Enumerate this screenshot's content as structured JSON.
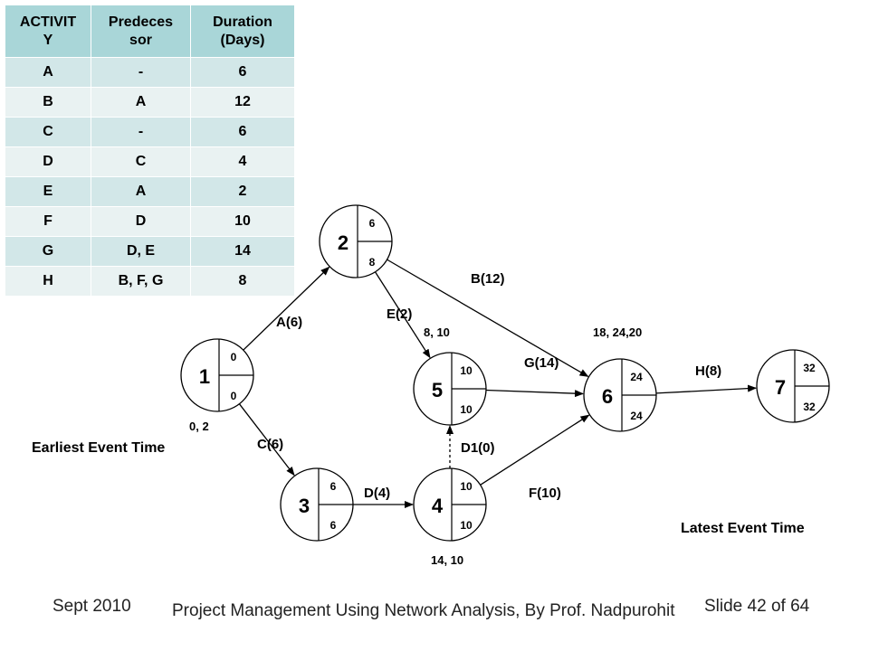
{
  "table": {
    "headers": [
      "ACTIVIT Y",
      "Predeces sor",
      "Duration (Days)"
    ],
    "header_lines": [
      [
        "ACTIVIT",
        "Y"
      ],
      [
        "Predeces",
        "sor"
      ],
      [
        "Duration",
        "(Days)"
      ]
    ],
    "rows": [
      [
        "A",
        "-",
        "6"
      ],
      [
        "B",
        "A",
        "12"
      ],
      [
        "C",
        "-",
        "6"
      ],
      [
        "D",
        "C",
        "4"
      ],
      [
        "E",
        "A",
        "2"
      ],
      [
        "F",
        "D",
        "10"
      ],
      [
        "G",
        "D, E",
        "14"
      ],
      [
        "H",
        "B, F, G",
        "8"
      ]
    ],
    "colors": {
      "header": "#a9d6d8",
      "odd_row": "#d2e7e8",
      "even_row": "#e9f2f2"
    }
  },
  "network": {
    "nodes": [
      {
        "id": "1",
        "earliest": "0",
        "latest": "0"
      },
      {
        "id": "2",
        "earliest": "6",
        "latest": "8"
      },
      {
        "id": "3",
        "earliest": "6",
        "latest": "6"
      },
      {
        "id": "4",
        "earliest": "10",
        "latest": "10"
      },
      {
        "id": "5",
        "earliest": "10",
        "latest": "10"
      },
      {
        "id": "6",
        "earliest": "24",
        "latest": "24"
      },
      {
        "id": "7",
        "earliest": "32",
        "latest": "32"
      }
    ],
    "activities": [
      {
        "from": "1",
        "to": "2",
        "label": "A(6)",
        "dashed": false
      },
      {
        "from": "2",
        "to": "6",
        "label": "B(12)",
        "dashed": false
      },
      {
        "from": "1",
        "to": "3",
        "label": "C(6)",
        "dashed": false
      },
      {
        "from": "3",
        "to": "4",
        "label": "D(4)",
        "dashed": false
      },
      {
        "from": "2",
        "to": "5",
        "label": "E(2)",
        "dashed": false
      },
      {
        "from": "4",
        "to": "6",
        "label": "F(10)",
        "dashed": false
      },
      {
        "from": "5",
        "to": "6",
        "label": "G(14)",
        "dashed": false
      },
      {
        "from": "6",
        "to": "7",
        "label": "H(8)",
        "dashed": false
      },
      {
        "from": "4",
        "to": "5",
        "label": "D1(0)",
        "dashed": true
      }
    ],
    "annotations": {
      "node1": "0, 2",
      "node5": "8, 10",
      "node6": "18, 24,20",
      "node4": "14, 10"
    }
  },
  "legend": {
    "earliest": "Earliest Event Time",
    "latest": "Latest Event Time"
  },
  "footer": {
    "date": "Sept 2010",
    "title": "Project Management Using Network Analysis, By Prof. Nadpurohit",
    "slide": "Slide 42 of 64"
  }
}
